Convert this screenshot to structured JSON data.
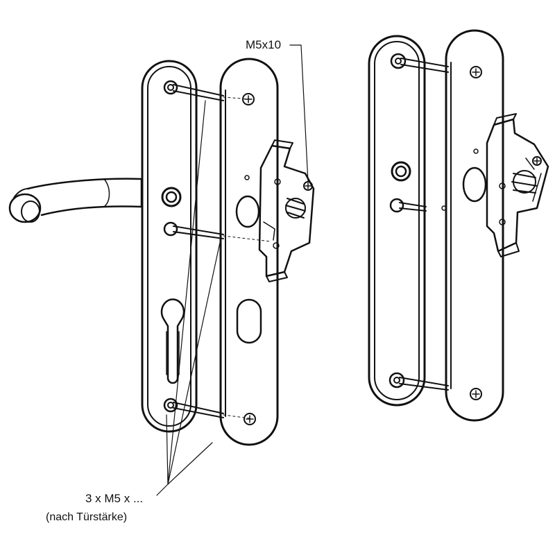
{
  "labels": {
    "top_screw": "M5x10",
    "bottom_screws": "3 x M5 x ...",
    "bottom_screws_note": "(nach Türstärke)"
  },
  "colors": {
    "ink": "#111111",
    "paper": "#ffffff"
  }
}
